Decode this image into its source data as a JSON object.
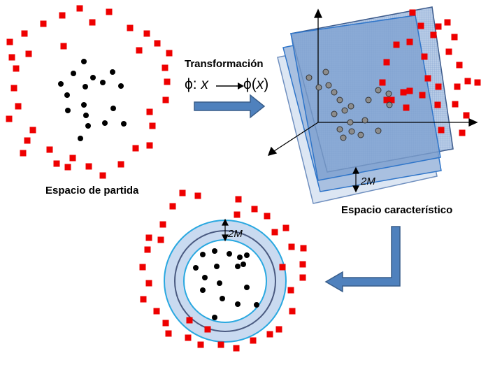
{
  "labels": {
    "input_space": "Espacio de partida",
    "transformation": "Transformación",
    "phi": "ϕ",
    "x": "x",
    "feature_space": "Espacio característico",
    "margin_plane": "2M",
    "margin_ring": "2M"
  },
  "colors": {
    "red_square": "#ee0000",
    "black_dot": "#000000",
    "grey_dot": "#8c8c8c",
    "arrow_fill": "#4f81bd",
    "arrow_stroke": "#385d8a",
    "plane_front": "#7da0cf",
    "plane_back": "#c5d5ea",
    "ring_light": "#c9daf0",
    "ring_border": "#29a8e0",
    "ring_dark": "#4a5a80"
  }
}
